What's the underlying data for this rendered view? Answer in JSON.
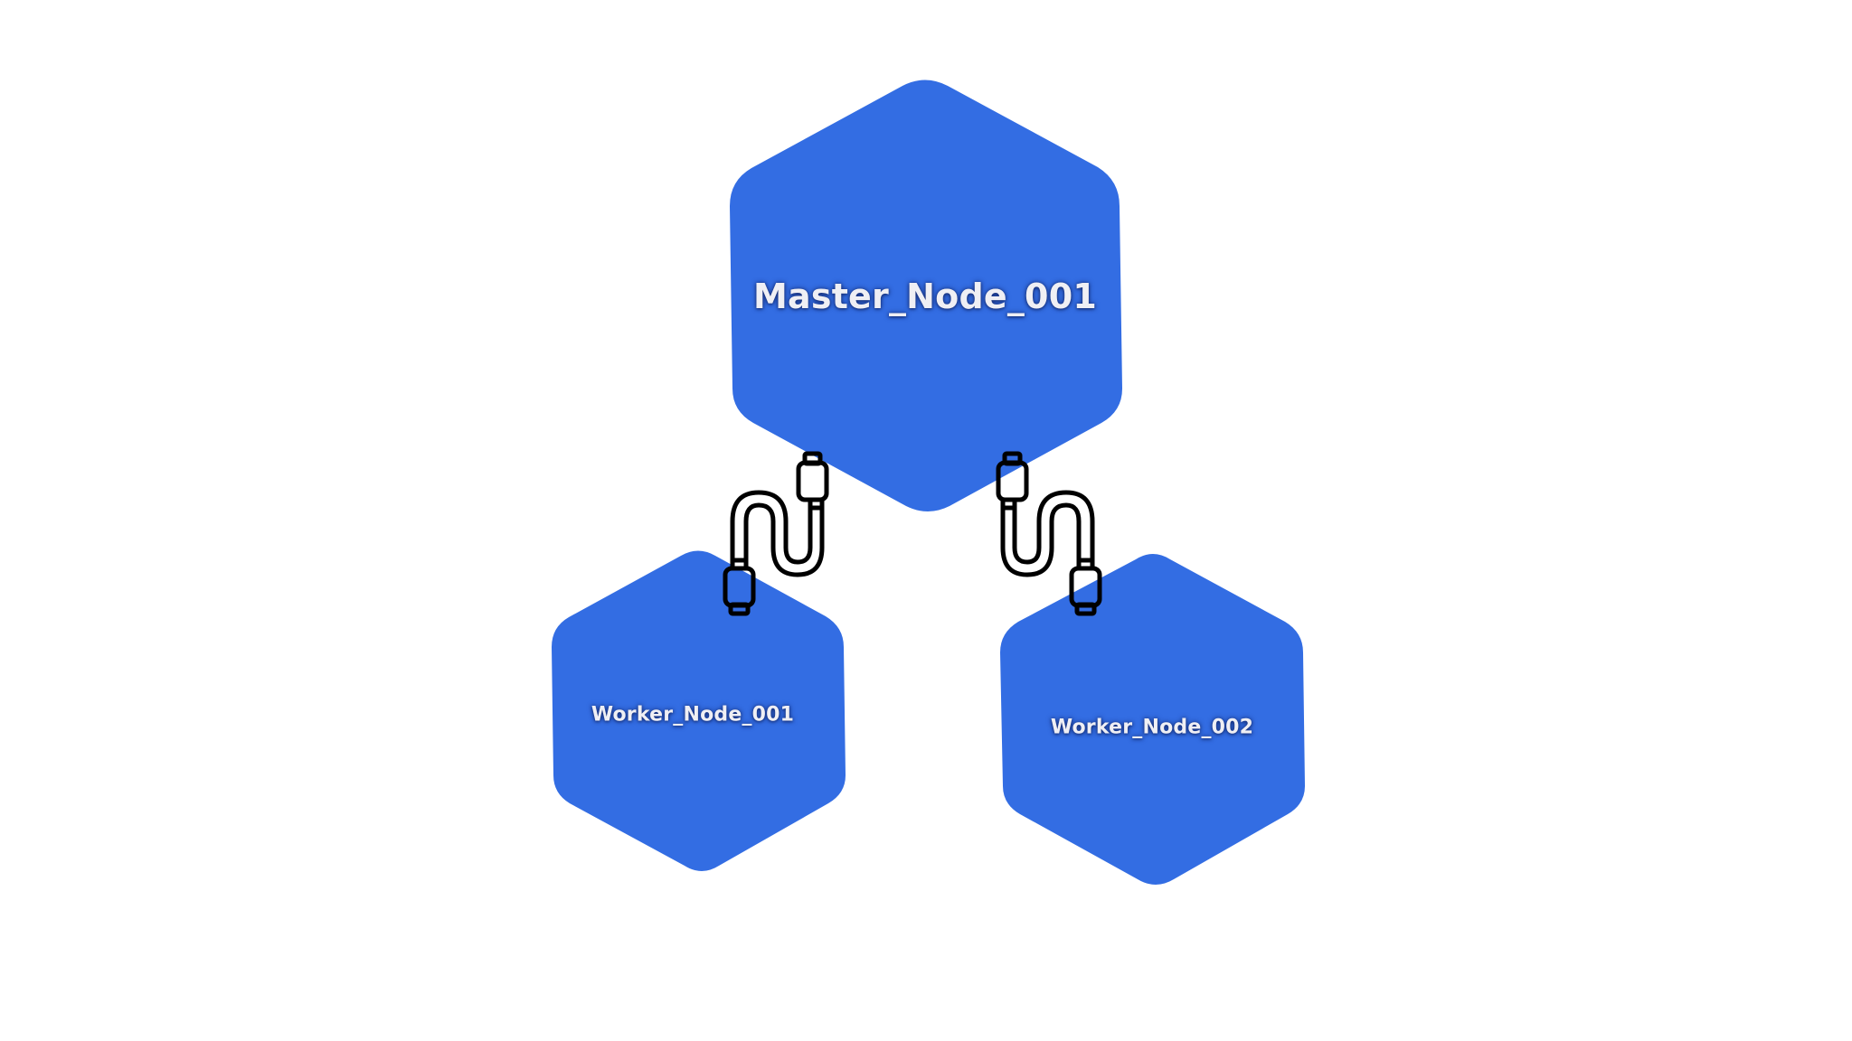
{
  "diagram": {
    "type": "cluster-topology",
    "background": "#ffffff",
    "node_color": "#336DE3",
    "label_color": "#EFEFF4",
    "connector_color": "#000000",
    "nodes": [
      {
        "id": "master",
        "label": "Master_Node_001",
        "role": "master"
      },
      {
        "id": "worker1",
        "label": "Worker_Node_001",
        "role": "worker"
      },
      {
        "id": "worker2",
        "label": "Worker_Node_002",
        "role": "worker"
      }
    ],
    "connections": [
      {
        "from": "Master_Node_001",
        "to": "Worker_Node_001",
        "icon": "usb-cable-icon"
      },
      {
        "from": "Master_Node_001",
        "to": "Worker_Node_002",
        "icon": "usb-cable-icon"
      }
    ]
  }
}
